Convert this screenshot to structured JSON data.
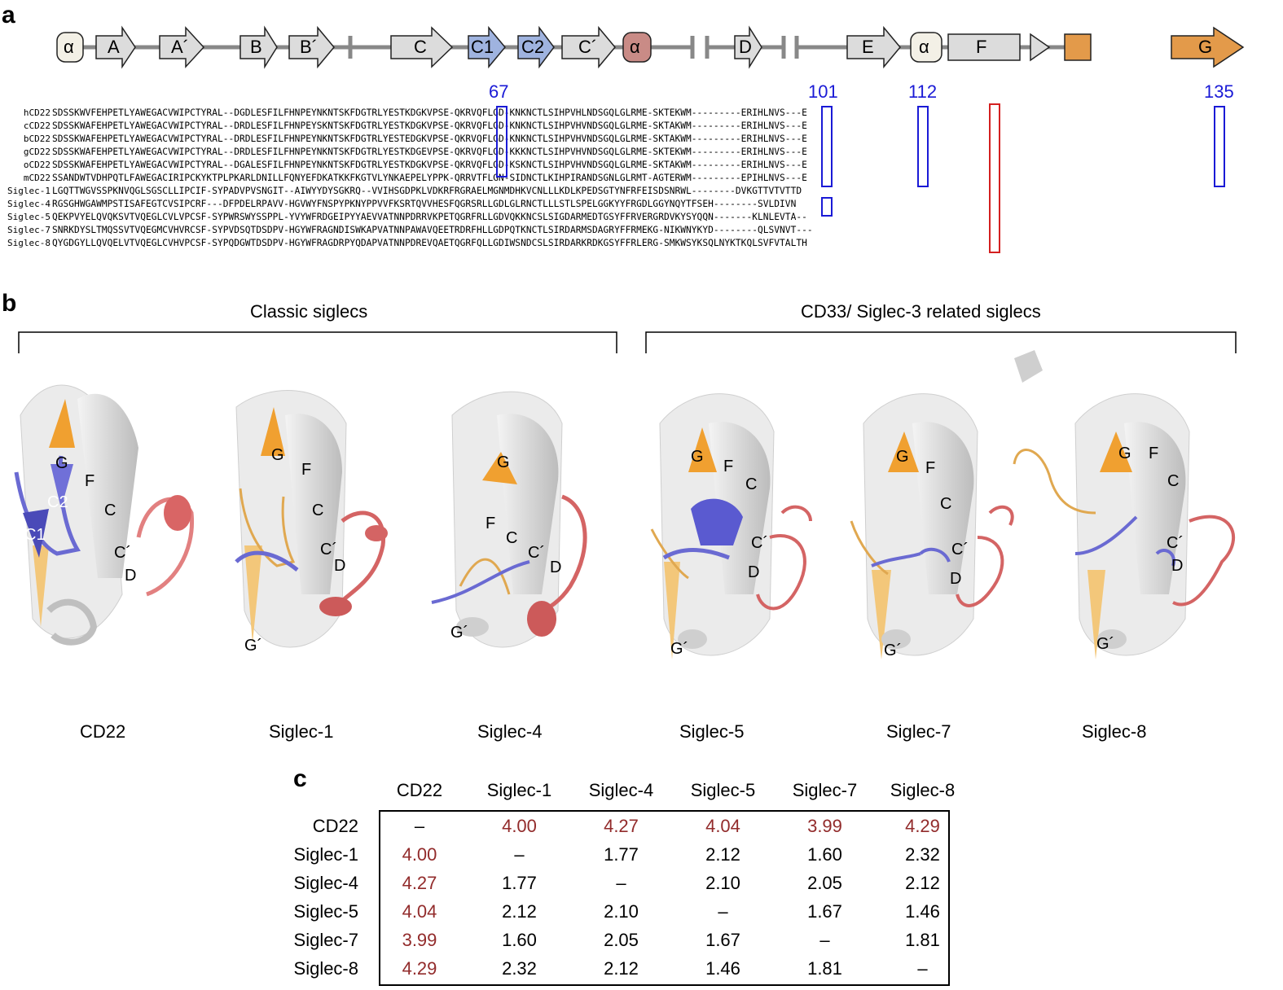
{
  "panel_a": {
    "letter": "a",
    "topology": {
      "labels": [
        "α",
        "A",
        "A´",
        "B",
        "B´",
        "C",
        "C1",
        "C2",
        "C´",
        "α",
        "D",
        "E",
        "α",
        "F",
        "G"
      ]
    },
    "residue_numbers": [
      "67",
      "101",
      "112",
      "135"
    ],
    "sequences": [
      {
        "name": "hCD22",
        "seq": "SDSSKWVFEHPETLYAWEGACVWIPCTYRAL--DGDLESFILFHNPEYNKNTSKFDGTRLYESTKDGKVPSE-QKRVQFLGD-KNKNCTLSIHPVHLNDSGQLGLRME-SKTEKWM---------ERIHLNVS---E"
      },
      {
        "name": "cCD22",
        "seq": "SDSSKWAFEHPETLYAWEGACVWIPCTYRAL--DRDLESFILFHNPEYSKNTSKFDGTRLYESTKDGKVPSE-QKRVQFLGD-KNKNCTLSIHPVHVNDSGQLGLRME-SKTAKWM---------ERIHLNVS---E"
      },
      {
        "name": "bCD22",
        "seq": "SDSSKWAFEHPETLYAWEGACVWIPCTYRAL--DRDLESFILFHNPEYNKNTSKFDGTRLYESTEDGKVPSE-QKRVQFLGD-KNKNCTLSIHPVHVNDSGQLGLRME-SKTAKWM---------ERIHLNVS---E"
      },
      {
        "name": "gCD22",
        "seq": "SDSSKWAFEHPETLYAWEGACVWIPCTYRAL--DRDLESFILFHNPEYNKNTSKFDGTRLYESTKDGEVPSE-QKRVQFLGD-KKKNCTLSIHPVHVNDSGQLGLRME-SKTEKWM---------ERIHLNVS---E"
      },
      {
        "name": "oCD22",
        "seq": "SDSSKWAFEHPETLYAWEGACVWIPCTYRAL--DGALESFILFHNPEYNKNTSKFDGTRLYESTKDGKVPSE-QKRVQFLGD-KSKNCTLSIHPVHVNDSGQLGLRME-SKTAKWM---------ERIHLNVS---E"
      },
      {
        "name": "mCD22",
        "seq": "SSANDWTVDHPQTLFAWEGACIRIPCKYKTPLPKARLDNILLFQNYEFDKATKKFKGTVLYNKAEPELYPPK-QRRVTFLGN-SIDNCTLKIHPIRANDSGNLGLRMT-AGTERWM---------EPIHLNVS---E"
      },
      {
        "name": "Siglec-1",
        "seq": "LGQTTWGVSSPKNVQGLSGSCLLIPCIF-SYPADVPVSNGIT--AIWYYDYSGKRQ--VVIHSGDPKLVDKRFRGRAELMGNMDHKVCNLLLKDLKPEDSGTYNFRFEISDSNRWL--------DVKGTTVTVTTD"
      },
      {
        "name": "Siglec-4",
        "seq": "RGSGHWGAWMPSTISAFEGTCVSIPCRF---DFPDELRPAVV-HGVWYFNSPYPKNYPPVVFKSRTQVVHESFQGRSRLLGDLGLRNCTLLLSTLSPELGGKYYFRGDLGGYNQYTFSEH--------SVLDIVN"
      },
      {
        "name": "Siglec-5",
        "seq": "QEKPVYELQVQKSVTVQEGLCVLVPCSF-SYPWRSWYSSPPL-YVYWFRDGEIPYYAEVVATNNPDRRVKPETQGRFRLLGDVQKKNCSLSIGDARMEDTGSYFFRVERGRDVKYSYQQN-------KLNLEVTA--"
      },
      {
        "name": "Siglec-7",
        "seq": "SNRKDYSLTMQSSVTVQEGMCVHVRCSF-SYPVDSQTDSDPV-HGYWFRAGNDISWKAPVATNNPAWAVQEETRDRFHLLGDPQTKNCTLSIRDARMSDAGRYFFRMEKG-NIKWNYKYD--------QLSVNVT---"
      },
      {
        "name": "Siglec-8",
        "seq": "QYGDGYLLQVQELVTVQEGLCVHVPCSF-SYPQDGWTDSDPV-HGYWFRAGDRPYQDAPVATNNPDREVQAETQGRFQLLGDIWSNDCSLSIRDARKRDKGSYFFRLERG-SMKWSYKSQLNYKTKQLSVFVTALTH"
      }
    ]
  },
  "panel_b": {
    "letter": "b",
    "group_classic": "Classic siglecs",
    "group_cd33": "CD33/ Siglec-3 related siglecs",
    "structures": [
      {
        "name": "CD22",
        "labels": [
          "G",
          "F",
          "C",
          "C1",
          "C2",
          "C´",
          "D"
        ]
      },
      {
        "name": "Siglec-1",
        "labels": [
          "G",
          "F",
          "C",
          "C´",
          "D",
          "G´"
        ]
      },
      {
        "name": "Siglec-4",
        "labels": [
          "G",
          "F",
          "C",
          "C´",
          "D",
          "G´"
        ]
      },
      {
        "name": "Siglec-5",
        "labels": [
          "G",
          "F",
          "C",
          "C´",
          "D",
          "G´"
        ]
      },
      {
        "name": "Siglec-7",
        "labels": [
          "G",
          "F",
          "C",
          "C´",
          "D",
          "G´"
        ]
      },
      {
        "name": "Siglec-8",
        "labels": [
          "G",
          "F",
          "C",
          "C´",
          "D",
          "G´"
        ]
      }
    ]
  },
  "panel_c": {
    "letter": "c",
    "columns": [
      "CD22",
      "Siglec-1",
      "Siglec-4",
      "Siglec-5",
      "Siglec-7",
      "Siglec-8"
    ],
    "rows": [
      {
        "name": "CD22",
        "cells": [
          "–",
          "4.00",
          "4.27",
          "4.04",
          "3.99",
          "4.29"
        ]
      },
      {
        "name": "Siglec-1",
        "cells": [
          "4.00",
          "–",
          "1.77",
          "2.12",
          "1.60",
          "2.32"
        ]
      },
      {
        "name": "Siglec-4",
        "cells": [
          "4.27",
          "1.77",
          "–",
          "2.10",
          "2.05",
          "2.12"
        ]
      },
      {
        "name": "Siglec-5",
        "cells": [
          "4.04",
          "2.12",
          "2.10",
          "–",
          "1.67",
          "1.46"
        ]
      },
      {
        "name": "Siglec-7",
        "cells": [
          "3.99",
          "1.60",
          "2.05",
          "1.67",
          "–",
          "1.81"
        ]
      },
      {
        "name": "Siglec-8",
        "cells": [
          "4.29",
          "2.32",
          "2.12",
          "1.46",
          "1.81",
          "–"
        ]
      }
    ],
    "highlight_color": "#922b2b"
  },
  "colors": {
    "strand_grey": "#dcdcdc",
    "strand_blue": "#9fb3df",
    "helix_red": "#c98b86",
    "strand_orange": "#e39a4a",
    "box_blue": "#1a1ad6",
    "box_red": "#d42020"
  }
}
